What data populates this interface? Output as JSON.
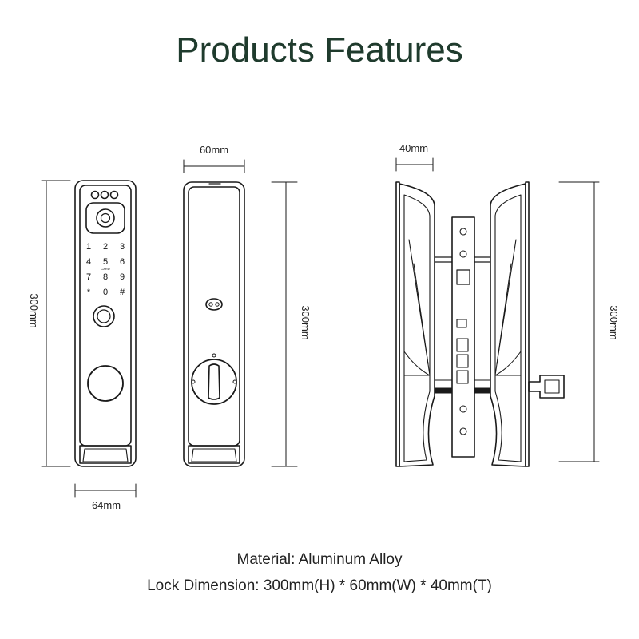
{
  "title": "Products Features",
  "front": {
    "keypad_keys": [
      "1",
      "2",
      "3",
      "4",
      "5",
      "6",
      "7",
      "8",
      "9",
      "*",
      "0",
      "#"
    ],
    "key_caption": "CARD",
    "height_label": "300mm",
    "width_label": "64mm"
  },
  "back": {
    "width_label": "60mm",
    "height_label": "300mm"
  },
  "side": {
    "thickness_label": "40mm",
    "height_label": "300mm"
  },
  "specs": {
    "material": "Material: Aluminum Alloy",
    "dimension": "Lock Dimension: 300mm(H) * 60mm(W) * 40mm(T)"
  }
}
